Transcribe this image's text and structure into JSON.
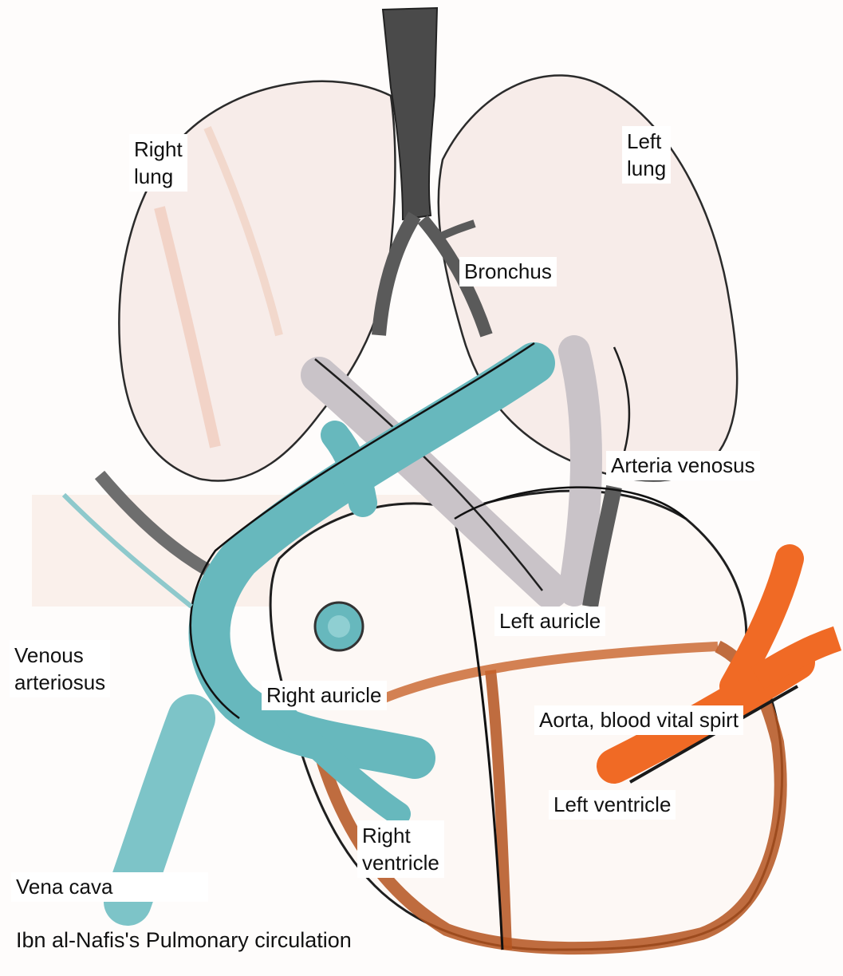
{
  "title": "Ibn al-Nafis's Pulmonary circulation",
  "labels": {
    "right_lung": [
      "Right",
      "lung"
    ],
    "left_lung": [
      "Left",
      "lung"
    ],
    "bronchus": "Bronchus",
    "arteria_venosus": "Arteria venosus",
    "left_auricle": "Left auricle",
    "venous_arteriosus": [
      "Venous",
      "arteriosus"
    ],
    "right_auricle": "Right auricle",
    "aorta": "Aorta, blood vital spirt",
    "left_ventricle": "Left ventricle",
    "right_ventricle": [
      "Right",
      "ventricle"
    ],
    "vena_cava": "Vena cava"
  },
  "colors": {
    "lung_fill": "#f7ece9",
    "lung_stroke": "#2b2b2b",
    "bronchus": "#555555",
    "vein_blue": "#67b8bd",
    "artery_gray": "#c9c3c8",
    "aorta_orange": "#f06a25",
    "heart_outline": "#b4541e",
    "pink_wash": "#eec3b0"
  }
}
